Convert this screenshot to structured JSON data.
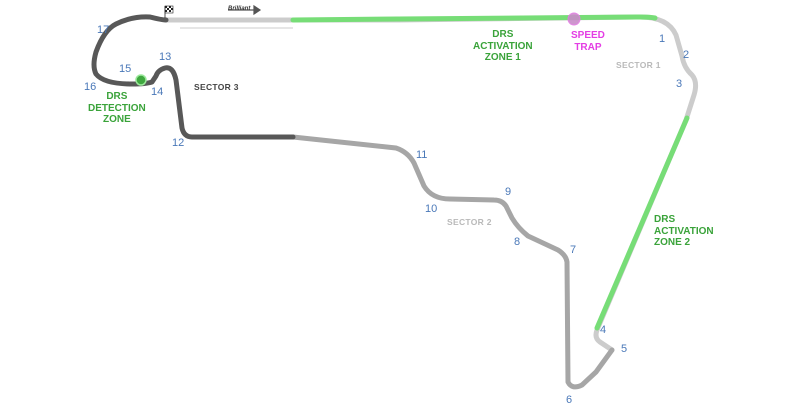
{
  "turns": [
    "1",
    "2",
    "3",
    "4",
    "5",
    "6",
    "7",
    "8",
    "9",
    "10",
    "11",
    "12",
    "13",
    "14",
    "15",
    "16",
    "17"
  ],
  "sectors": {
    "s1": "SECTOR 1",
    "s2": "SECTOR 2",
    "s3": "SECTOR 3"
  },
  "drs_zone_1": [
    "DRS",
    "ACTIVATION",
    "ZONE 1"
  ],
  "drs_zone_2": [
    "DRS",
    "ACTIVATION",
    "ZONE 2"
  ],
  "drs_detection": [
    "DRS",
    "DETECTION",
    "ZONE"
  ],
  "speed_trap": [
    "SPEED",
    "TRAP"
  ],
  "sponsor_text": "Brilliant",
  "colors": {
    "sector1": "#cccccc",
    "sector2": "#a6a6a6",
    "sector3": "#585858",
    "drs": "#77dd77",
    "drs_text": "#3aa33a",
    "speed_trap": "#e43ee4",
    "turn_number": "#4a78b8"
  },
  "icons": {
    "start_finish": "checkered-flag-icon",
    "direction": "direction-arrow-icon"
  }
}
